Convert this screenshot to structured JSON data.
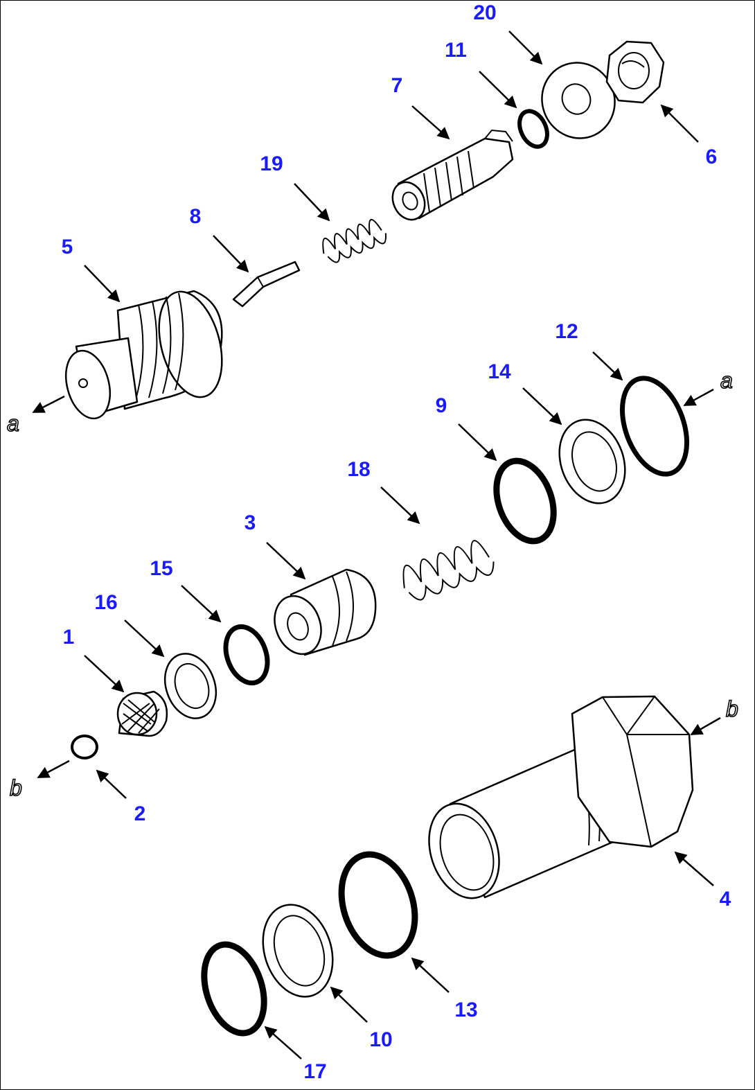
{
  "callouts": {
    "c1": "1",
    "c2": "2",
    "c3": "3",
    "c4": "4",
    "c5": "5",
    "c6": "6",
    "c7": "7",
    "c8": "8",
    "c9": "9",
    "c10": "10",
    "c11": "11",
    "c12": "12",
    "c13": "13",
    "c14": "14",
    "c15": "15",
    "c16": "16",
    "c17": "17",
    "c18": "18",
    "c19": "19",
    "c20": "20"
  },
  "refs": {
    "a_left": "a",
    "a_right": "a",
    "b_left": "b",
    "b_right": "b"
  },
  "colors": {
    "callout": "#1a1aff",
    "line": "#000000",
    "background": "#ffffff"
  }
}
